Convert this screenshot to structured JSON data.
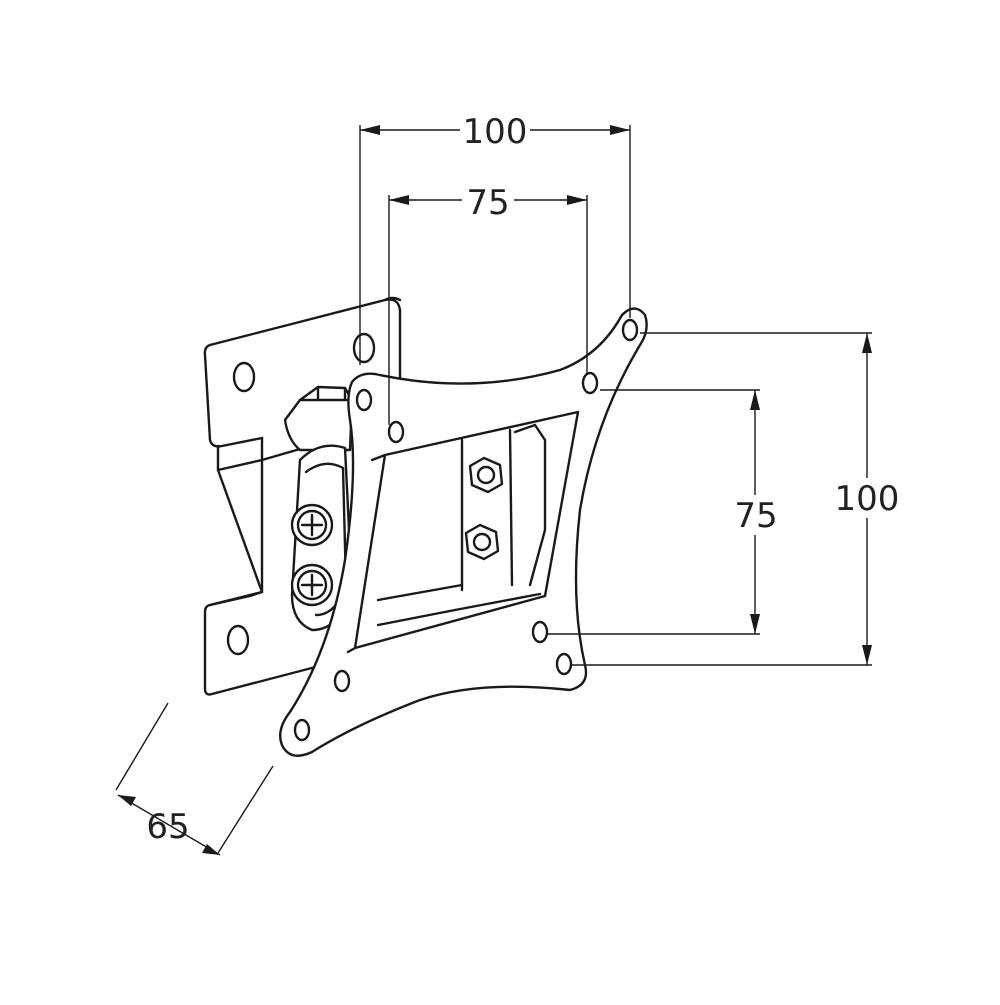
{
  "dimensions": {
    "top_outer": "100",
    "top_inner": "75",
    "right_inner": "75",
    "right_outer": "100",
    "depth": "65"
  },
  "colors": {
    "line": "#1a1a1a",
    "background": "#ffffff"
  }
}
